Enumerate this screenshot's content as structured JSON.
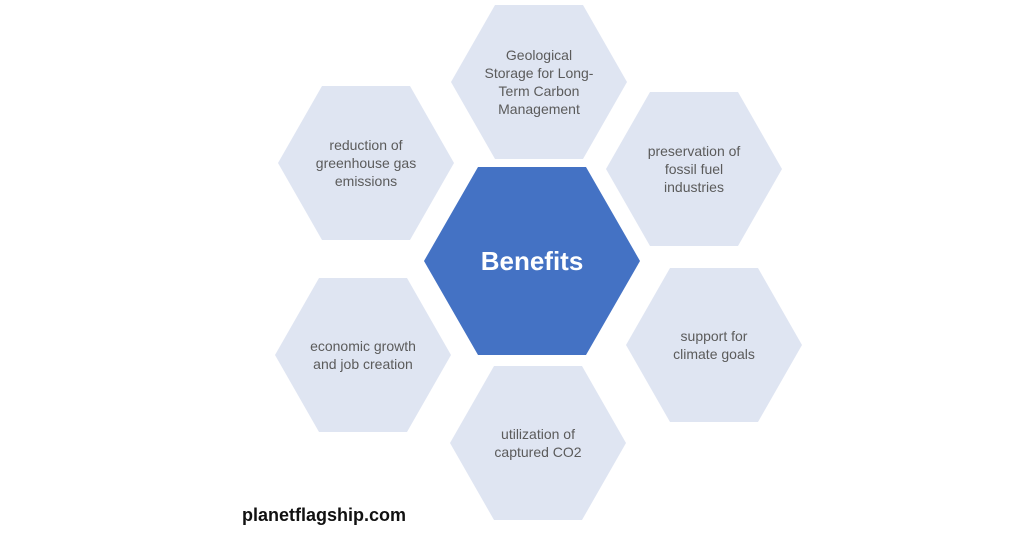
{
  "diagram": {
    "center_label": "Benefits",
    "benefits": [
      {
        "id": "geological-storage",
        "label": "Geological Storage for Long-Term Carbon Management"
      },
      {
        "id": "ghg-reduction",
        "label": "reduction of greenhouse gas emissions"
      },
      {
        "id": "fossil-preservation",
        "label": "preservation of fossil fuel industries"
      },
      {
        "id": "economic-growth",
        "label": "economic growth and job creation"
      },
      {
        "id": "climate-goals",
        "label": "support for climate goals"
      },
      {
        "id": "co2-utilization",
        "label": "utilization of captured CO2"
      }
    ],
    "colors": {
      "center_fill": "#4472c4",
      "outer_fill": "#dfe5f2",
      "outer_text": "#5b5b5b",
      "center_text": "#ffffff"
    }
  },
  "footer": {
    "site": "planetflagship.com"
  }
}
